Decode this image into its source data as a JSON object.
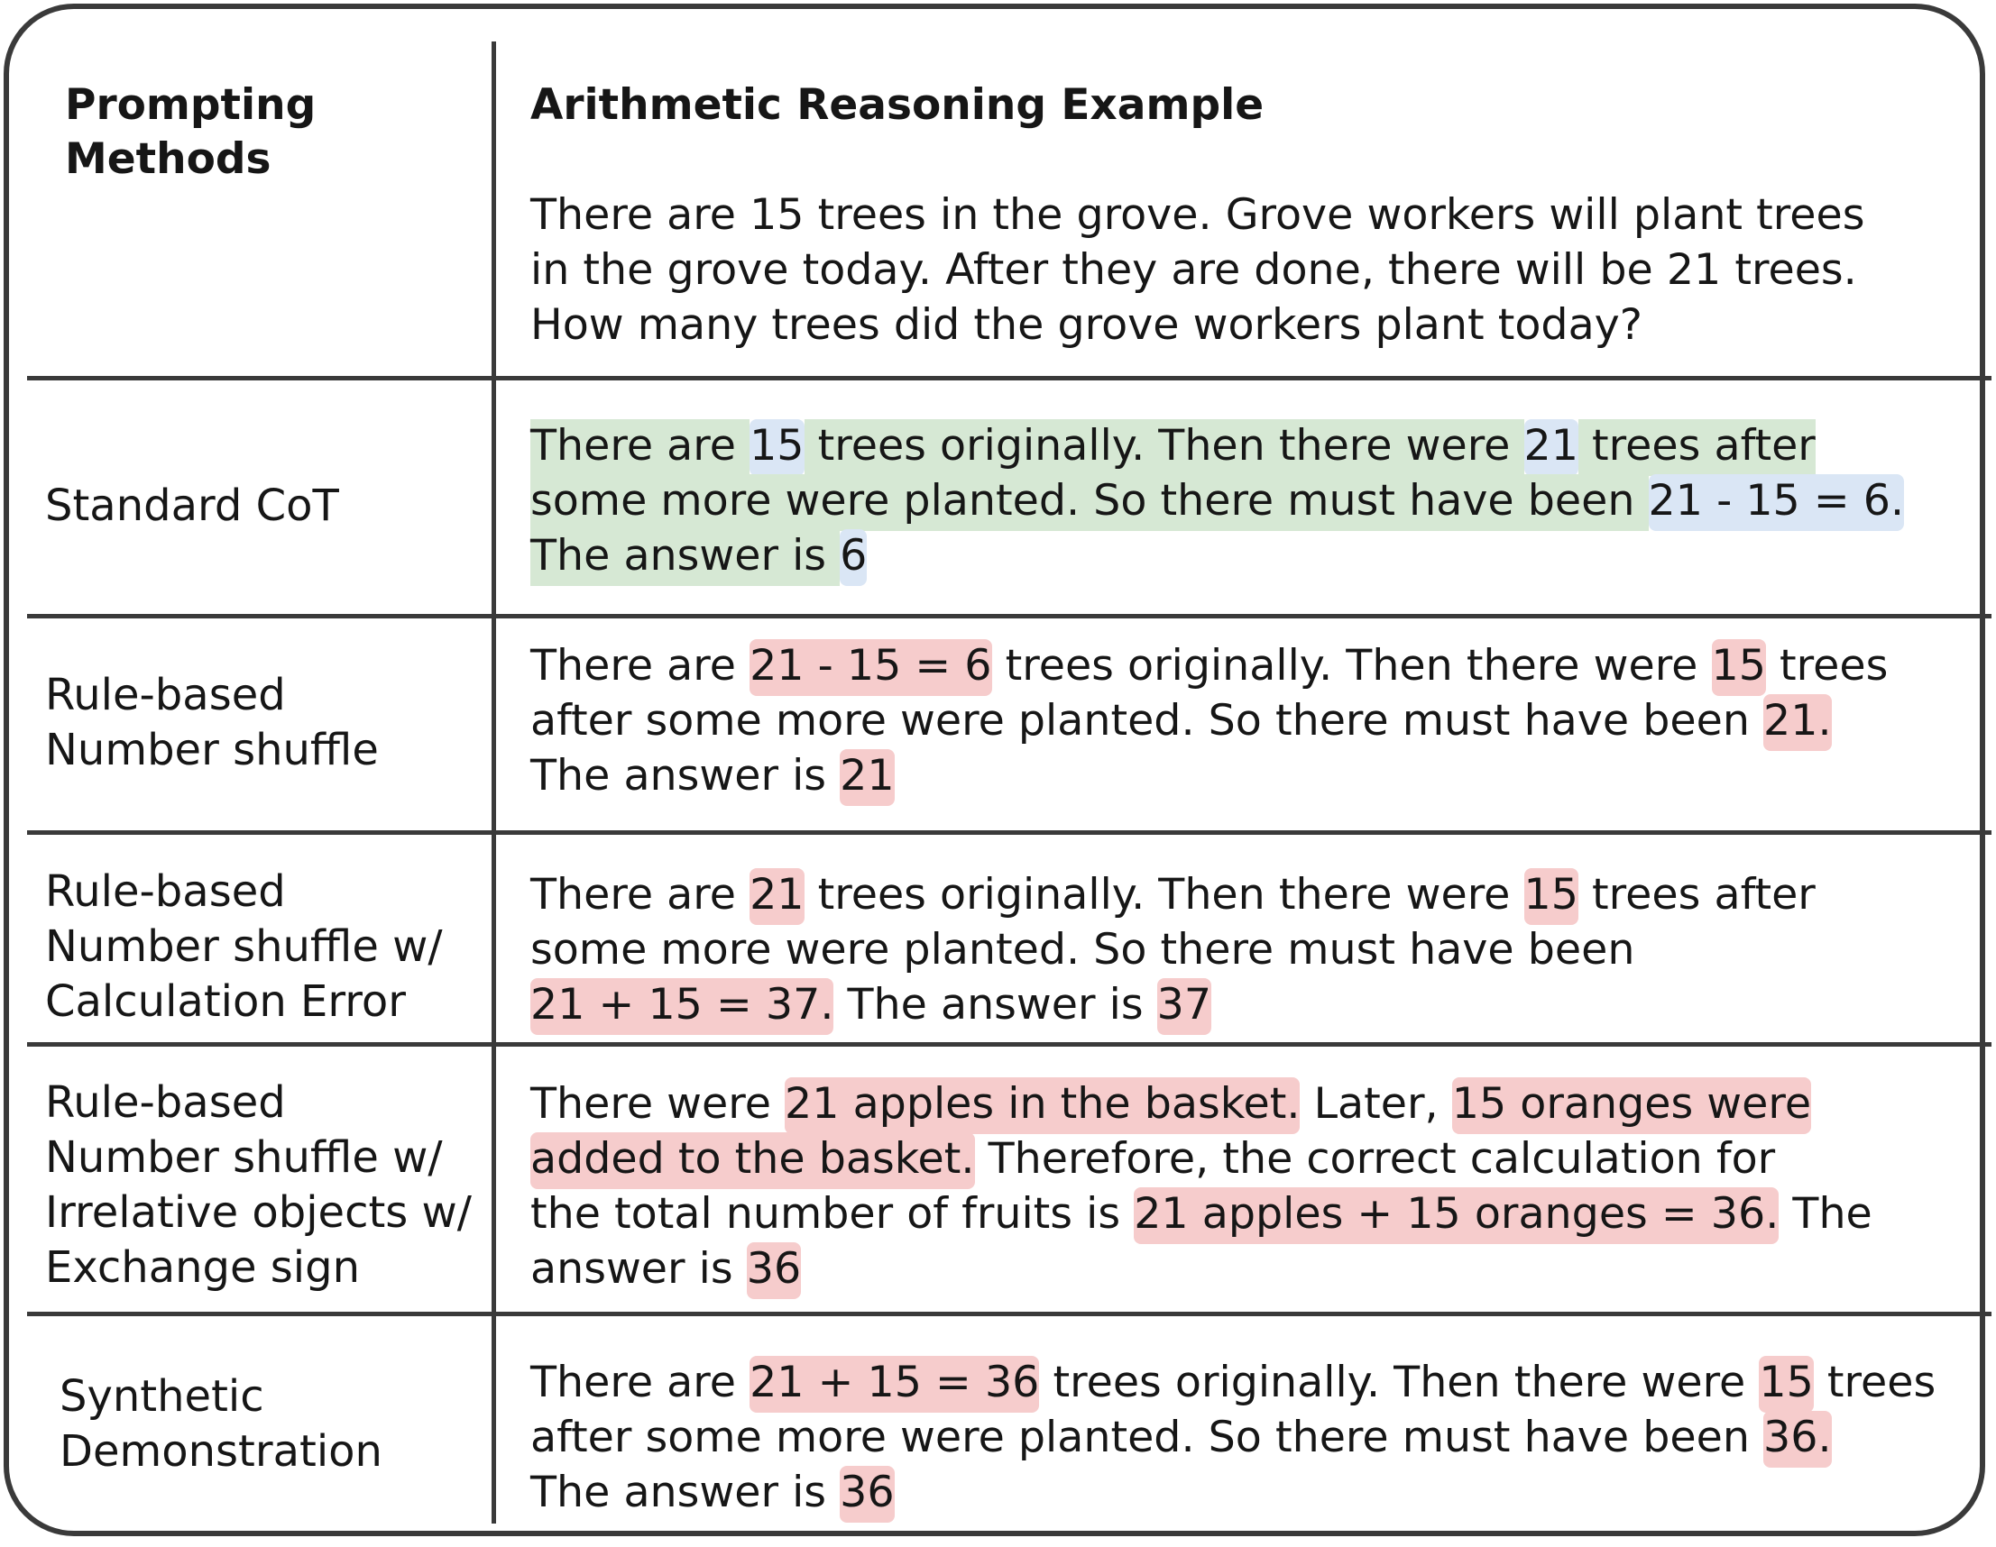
{
  "header": {
    "methods_title_line1": "Prompting",
    "methods_title_line2": "Methods",
    "example_title": "Arithmetic Reasoning Example",
    "question_lines": [
      "There are 15 trees in the grove. Grove workers will plant trees",
      "in the grove today. After they are done, there will be 21 trees.",
      "How many trees did the grove workers plant today?"
    ]
  },
  "rows": [
    {
      "method_lines": [
        "Standard CoT"
      ],
      "lines": [
        [
          {
            "t": "There are ",
            "h": "g"
          },
          {
            "t": "15",
            "h": "b"
          },
          {
            "t": " trees originally. Then there were ",
            "h": "g"
          },
          {
            "t": "21",
            "h": "b"
          },
          {
            "t": " trees after",
            "h": "g"
          }
        ],
        [
          {
            "t": "some more were planted. So there must have been ",
            "h": "g"
          },
          {
            "t": "21 - 15 = 6.",
            "h": "b"
          }
        ],
        [
          {
            "t": "The answer is ",
            "h": "g"
          },
          {
            "t": "6",
            "h": "b"
          }
        ]
      ]
    },
    {
      "method_lines": [
        "Rule-based",
        "Number shuffle"
      ],
      "lines": [
        [
          {
            "t": "There are ",
            "h": ""
          },
          {
            "t": "21 - 15 = 6",
            "h": "r"
          },
          {
            "t": " trees originally. Then there were ",
            "h": ""
          },
          {
            "t": "15",
            "h": "r"
          },
          {
            "t": " trees",
            "h": ""
          }
        ],
        [
          {
            "t": "after some more were planted. So there must have been ",
            "h": ""
          },
          {
            "t": "21.",
            "h": "r"
          }
        ],
        [
          {
            "t": "The answer is ",
            "h": ""
          },
          {
            "t": "21",
            "h": "r"
          }
        ]
      ]
    },
    {
      "method_lines": [
        "Rule-based",
        "Number shuffle w/",
        "Calculation Error"
      ],
      "lines": [
        [
          {
            "t": "There are ",
            "h": ""
          },
          {
            "t": "21",
            "h": "r"
          },
          {
            "t": " trees originally. Then there were ",
            "h": ""
          },
          {
            "t": "15",
            "h": "r"
          },
          {
            "t": " trees after",
            "h": ""
          }
        ],
        [
          {
            "t": "some more were planted. So there must have been",
            "h": ""
          }
        ],
        [
          {
            "t": "21 + 15 = 37.",
            "h": "r"
          },
          {
            "t": " The answer is ",
            "h": ""
          },
          {
            "t": "37",
            "h": "r"
          }
        ]
      ]
    },
    {
      "method_lines": [
        "Rule-based",
        "Number shuffle w/",
        "Irrelative objects w/",
        "Exchange sign"
      ],
      "lines": [
        [
          {
            "t": "There were ",
            "h": ""
          },
          {
            "t": "21 apples in the basket.",
            "h": "r"
          },
          {
            "t": " Later, ",
            "h": ""
          },
          {
            "t": "15 oranges were",
            "h": "r"
          }
        ],
        [
          {
            "t": "added to the basket.",
            "h": "r"
          },
          {
            "t": " Therefore, the correct calculation for",
            "h": ""
          }
        ],
        [
          {
            "t": "the total number of fruits is ",
            "h": ""
          },
          {
            "t": "21 apples + 15 oranges = 36.",
            "h": "r"
          },
          {
            "t": " The",
            "h": ""
          }
        ],
        [
          {
            "t": "answer is ",
            "h": ""
          },
          {
            "t": "36",
            "h": "r"
          }
        ]
      ]
    },
    {
      "method_lines": [
        "Synthetic",
        "Demonstration"
      ],
      "lines": [
        [
          {
            "t": "There are ",
            "h": ""
          },
          {
            "t": "21 + 15 = 36",
            "h": "r"
          },
          {
            "t": " trees originally. Then there were ",
            "h": ""
          },
          {
            "t": "15",
            "h": "r"
          },
          {
            "t": " trees",
            "h": ""
          }
        ],
        [
          {
            "t": "after some more were planted. So there must have been ",
            "h": ""
          },
          {
            "t": "36.",
            "h": "r"
          }
        ],
        [
          {
            "t": "The answer is ",
            "h": ""
          },
          {
            "t": "36",
            "h": "r"
          }
        ]
      ]
    }
  ],
  "colors": {
    "border": "#3a3a3a",
    "text": "#161616",
    "highlight_green": "#d6e8d4",
    "highlight_blue": "#dae6f5",
    "highlight_red": "#f6cccc"
  }
}
